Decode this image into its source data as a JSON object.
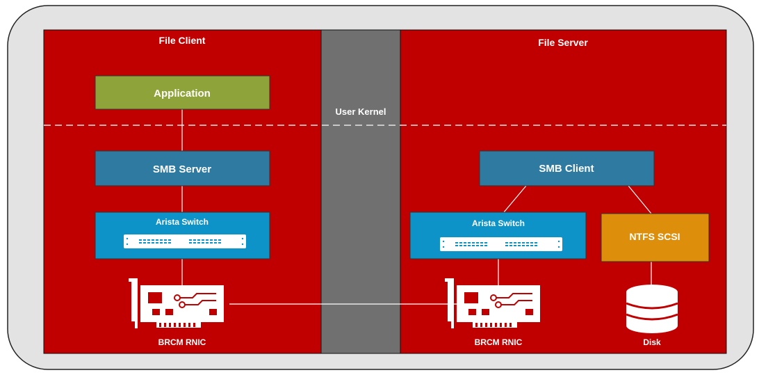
{
  "client": {
    "title": "File Client",
    "application": "Application",
    "smb": "SMB Server",
    "switch": "Arista Switch",
    "nic": "BRCM RNIC"
  },
  "middle": {
    "label": "User Kernel"
  },
  "server": {
    "title": "File Server",
    "smb": "SMB Client",
    "switch": "Arista Switch",
    "storage": "NTFS SCSI",
    "nic": "BRCM RNIC",
    "disk": "Disk"
  },
  "colors": {
    "panel_red": "#c00000",
    "kernel_gray": "#707070",
    "outer_gray": "#e3e3e3",
    "application_green": "#8ea43a",
    "smb_blue": "#2e7aa0",
    "switch_blue": "#0d93c7",
    "storage_orange": "#dd8f0b"
  },
  "icons": {
    "nic": "network-card-icon",
    "disk": "database-disk-icon",
    "switch": "switch-ports-icon"
  }
}
